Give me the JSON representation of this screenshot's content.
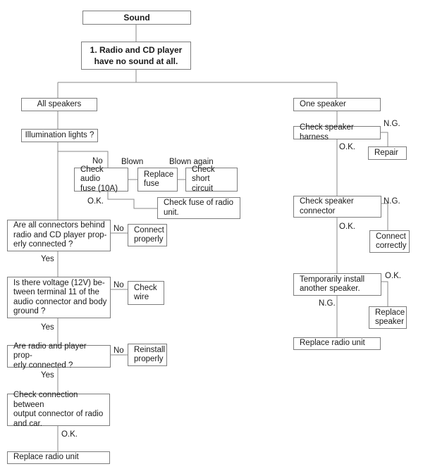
{
  "diagram": {
    "nodes": {
      "sound": "Sound",
      "problem": "1. Radio and CD player\nhave no sound at all.",
      "all_speakers": "All speakers",
      "illumination": "Illumination lights ?",
      "check_audio_fuse": "Check audio\nfuse (10A)",
      "replace_fuse": "Replace\nfuse",
      "check_short_circuit": "Check short\ncircuit",
      "check_fuse_radio_unit": "Check fuse of radio\nunit.",
      "connectors_behind": "Are all connectors behind\nradio and CD player prop-\nerly connected ?",
      "connect_properly": "Connect\nproperly",
      "voltage_question": "Is there voltage (12V) be-\ntween terminal 11 of the\naudio connector and body\nground ?",
      "check_wire": "Check\nwire",
      "radio_player_connected": "Are radio and player prop-\nerly connected ?",
      "reinstall_properly": "Reinstall\nproperly",
      "check_connection_output": "Check connection between\noutput connector of radio\nand car.",
      "replace_radio_unit_left": "Replace radio unit",
      "one_speaker": "One speaker",
      "check_speaker_harness": "Check speaker harness",
      "repair": "Repair",
      "check_speaker_connector": "Check speaker\nconnector",
      "connect_correctly": "Connect\ncorrectly",
      "temporarily_install": "Temporarily install\nanother speaker.",
      "replace_speaker": "Replace\nspeaker",
      "replace_radio_unit_right": "Replace radio unit"
    },
    "labels": {
      "illumination_no": "No",
      "fuse_blown": "Blown",
      "fuse_blown_again": "Blown again",
      "fuse_ok": "O.K.",
      "connectors_no": "No",
      "connectors_yes": "Yes",
      "voltage_no": "No",
      "voltage_yes": "Yes",
      "radio_player_no": "No",
      "radio_player_yes": "Yes",
      "connection_ok": "O.K.",
      "harness_ng": "N.G.",
      "harness_ok": "O.K.",
      "connector_ng": "N.G.",
      "connector_ok": "O.K.",
      "temp_install_ok": "O.K.",
      "temp_install_ng": "N.G."
    },
    "line_color": "#8a8a8a",
    "border_color": "#7d7d7d"
  }
}
